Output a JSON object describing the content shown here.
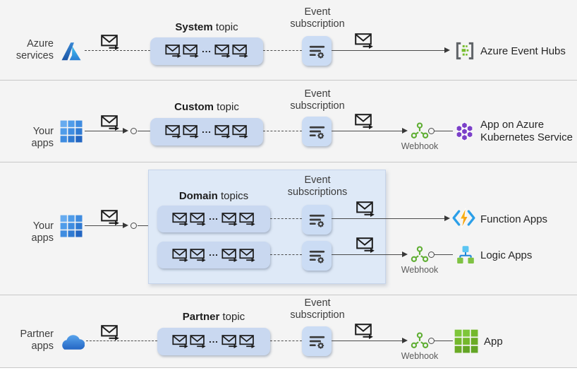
{
  "rows": [
    {
      "source_line1": "Azure",
      "source_line2": "services",
      "topic_bold": "System",
      "topic_rest": "topic",
      "sub_line1": "Event",
      "sub_line2": "subscription",
      "dest_label": "Azure Event Hubs"
    },
    {
      "source_line1": "Your apps",
      "topic_bold": "Custom",
      "topic_rest": "topic",
      "sub_line1": "Event",
      "sub_line2": "subscription",
      "webhook_label": "Webhook",
      "dest_line1": "App on Azure",
      "dest_line2": "Kubernetes Service"
    },
    {
      "source_line1": "Your apps",
      "topic_bold": "Domain",
      "topic_rest": "topics",
      "sub_line1": "Event",
      "sub_line2": "subscriptions",
      "webhook_label": "Webhook",
      "dest1_label": "Function Apps",
      "dest2_label": "Logic Apps"
    },
    {
      "source_line1": "Partner",
      "source_line2": "apps",
      "topic_bold": "Partner",
      "topic_rest": "topic",
      "sub_line1": "Event",
      "sub_line2": "subscription",
      "webhook_label": "Webhook",
      "dest_label": "App"
    }
  ],
  "ellipsis": "...",
  "colors": {
    "background": "#f4f4f4",
    "topic_box_fill": "#c9d8f0",
    "domain_group_fill": "#dee9f7",
    "connector": "#4a4a4a",
    "webhook_green": "#5fae33",
    "event_hubs_green": "#76bc2d",
    "aks_purple": "#7b40c8",
    "azure_blue": "#2a7fd4",
    "function_apps_blue": "#2b9fe8",
    "logic_apps_green": "#7fc243",
    "app_green": "#74b82c"
  }
}
